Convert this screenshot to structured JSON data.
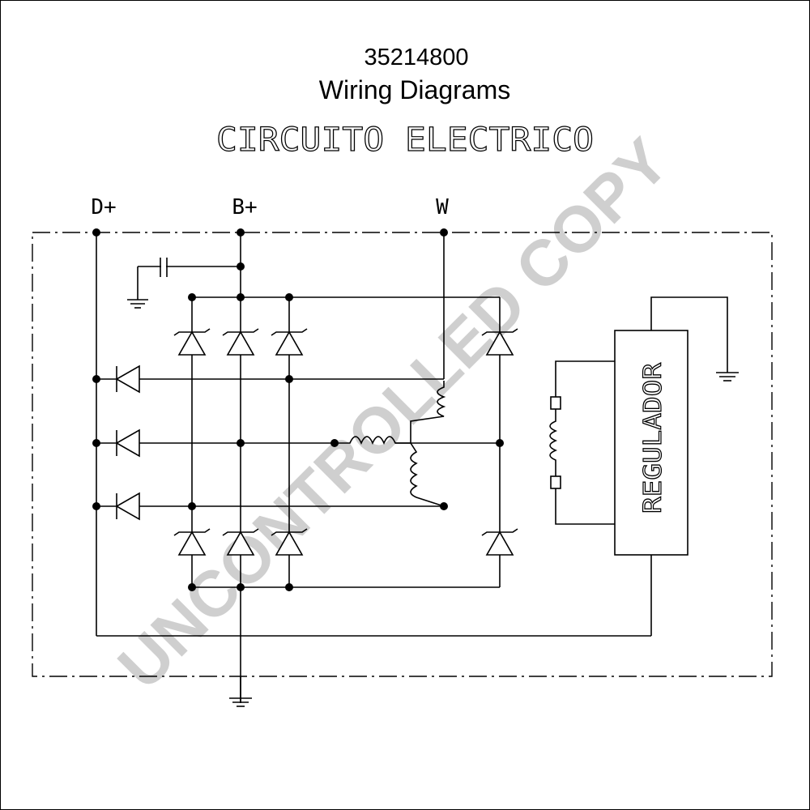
{
  "header": {
    "part_number": "35214800",
    "subtitle": "Wiring Diagrams",
    "circuit_title": "CIRCUITO ELECTRICO"
  },
  "terminals": {
    "d_plus": "D+",
    "b_plus": "B+",
    "w": "W"
  },
  "regulator": {
    "label": "REGULADOR"
  },
  "watermark": "UNCONTROLLED COPY"
}
